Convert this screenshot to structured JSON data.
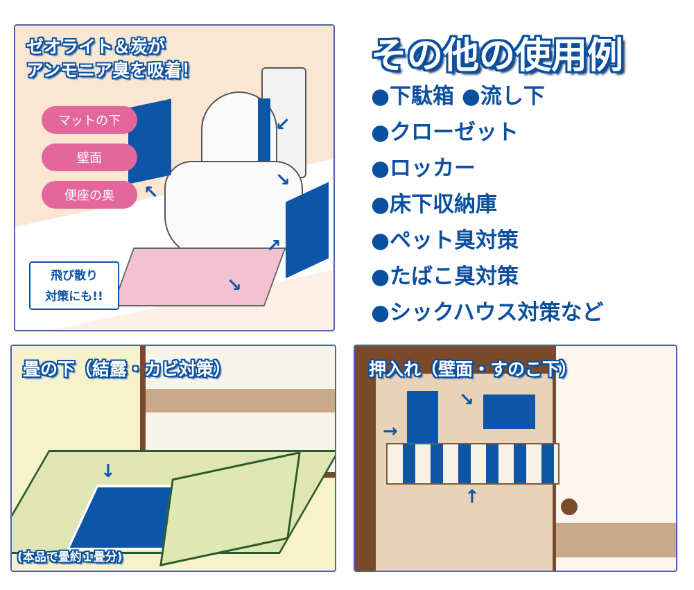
{
  "toilet_panel": {
    "heading_line1": "ゼオライト＆炭が",
    "heading_line2": "アンモニア臭を吸着！",
    "pills": [
      "マットの下",
      "壁面",
      "便座の奥"
    ],
    "note_line1": "飛び散り",
    "note_line2": "対策にも!!"
  },
  "other_uses": {
    "title": "その他の使用例",
    "items": [
      "●下駄箱 ●流し下",
      "●クローゼット",
      "●ロッカー",
      "●床下収納庫",
      "●ペット臭対策",
      "●たばこ臭対策",
      "●シックハウス対策など"
    ]
  },
  "tatami_panel": {
    "heading": "畳の下（結露・カビ対策）",
    "note": "(本品で畳約１畳分)"
  },
  "closet_panel": {
    "heading": "押入れ（壁面・すのこ下）"
  },
  "colors": {
    "accent_blue": "#0d55a6",
    "pink": "#e3679a",
    "border": "#4a63ad"
  }
}
